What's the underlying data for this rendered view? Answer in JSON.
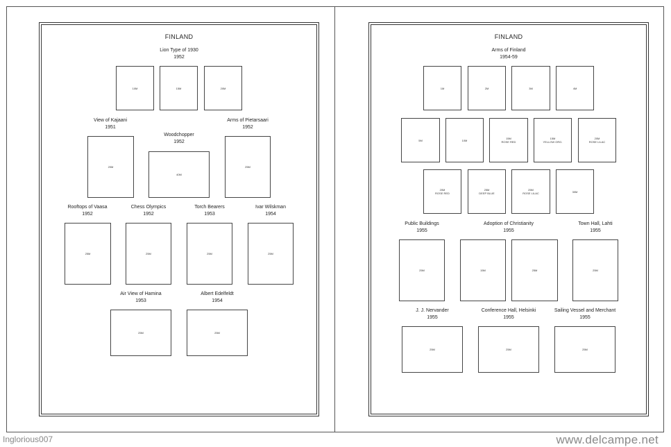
{
  "left_page": {
    "title": "FINLAND",
    "sets": [
      {
        "name": "Lion Type of 1930",
        "year": "1952"
      },
      {
        "name": "View of Kajaani",
        "year": "1951"
      },
      {
        "name": "Woodchopper",
        "year": "1952"
      },
      {
        "name": "Arms of Pietarsaari",
        "year": "1952"
      },
      {
        "name": "Rooftops of Vaasa",
        "year": "1952"
      },
      {
        "name": "Chess Olympics",
        "year": "1952"
      },
      {
        "name": "Torch Bearers",
        "year": "1953"
      },
      {
        "name": "Ivar Wilskman",
        "year": "1954"
      },
      {
        "name": "Air View of Hamina",
        "year": "1953"
      },
      {
        "name": "Albert Edelfeldt",
        "year": "1954"
      }
    ],
    "stamps": [
      "10M",
      "15M",
      "20M",
      "20M",
      "40M",
      "25M",
      "25M",
      "25M",
      "25M",
      "25M",
      "25M",
      "25M"
    ]
  },
  "right_page": {
    "title": "FINLAND",
    "sets": [
      {
        "name": "Arms of Finland",
        "year": "1954-59"
      },
      {
        "name": "Public Buildings",
        "year": "1955"
      },
      {
        "name": "Adoption of Christianity",
        "year": "1955"
      },
      {
        "name": "Town Hall, Lahti",
        "year": "1955"
      },
      {
        "name": "J. J. Nervander",
        "year": "1955"
      },
      {
        "name": "Conference Hall, Helsinki",
        "year": "1955"
      },
      {
        "name": "Sailing Vessel and Merchant",
        "year": "1955"
      }
    ],
    "stamps": [
      "1M",
      "2M",
      "3M",
      "4M",
      "5M",
      "10M",
      "15M\nROSE RED",
      "15M\nYELLOW ORG.",
      "20M\nROSE LILAC",
      "20M\nROSE RED",
      "25M\nDEEP BLUE",
      "25M\nROSE LILAC",
      "30M",
      "25M",
      "15M",
      "25M",
      "25M",
      "25M",
      "25M",
      "25M"
    ]
  },
  "footer": {
    "user": "Inglorious007",
    "site": "www.delcampe.net"
  }
}
